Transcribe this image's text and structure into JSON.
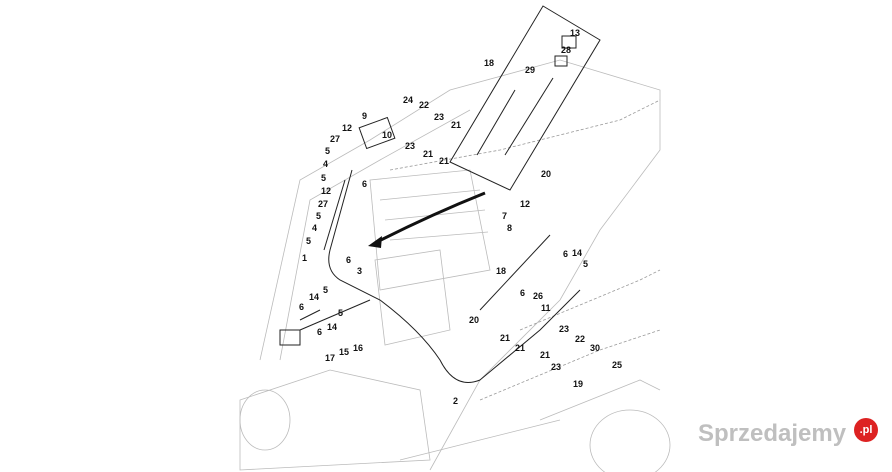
{
  "diagram": {
    "labels": [
      "13",
      "28",
      "18",
      "29",
      "24",
      "22",
      "9",
      "23",
      "12",
      "10",
      "21",
      "27",
      "23",
      "5",
      "21",
      "21",
      "4",
      "20",
      "5",
      "6",
      "12",
      "27",
      "12",
      "5",
      "7",
      "4",
      "8",
      "5",
      "6",
      "18",
      "6",
      "14",
      "5",
      "1",
      "3",
      "6",
      "26",
      "20",
      "11",
      "5",
      "14",
      "6",
      "5",
      "6",
      "14",
      "21",
      "21",
      "23",
      "22",
      "30",
      "16",
      "15",
      "17",
      "21",
      "23",
      "25",
      "19",
      "2"
    ]
  },
  "watermark": {
    "text": "Sprzedajemy",
    "badge": ".pl",
    "badge_color": "#dd2222"
  }
}
